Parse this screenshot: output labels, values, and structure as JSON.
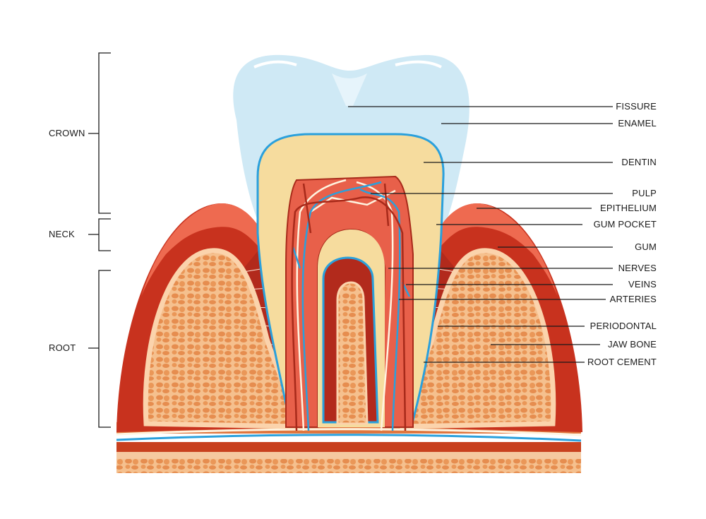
{
  "left_labels": {
    "crown": "CROWN",
    "neck": "NECK",
    "root": "ROOT"
  },
  "right_labels": {
    "fissure": "FISSURE",
    "enamel": "ENAMEL",
    "dentin": "DENTIN",
    "pulp": "PULP",
    "epithelium": "EPITHELIUM",
    "gum_pocket": "GUM POCKET",
    "gum": "GUM",
    "nerves": "NERVES",
    "veins": "VEINS",
    "arteries": "ARTERIES",
    "periodontal": "PERIODONTAL",
    "jaw_bone": "JAW BONE",
    "root_cement": "ROOT CEMENT"
  },
  "colors": {
    "enamel": "#cfe9f5",
    "dentin": "#f6dc9e",
    "pulp": "#e8604a",
    "gum": "#c8321e",
    "bone": "#ec9d5c",
    "vein": "#2aa0dc",
    "nerve": "#fff4e0"
  }
}
